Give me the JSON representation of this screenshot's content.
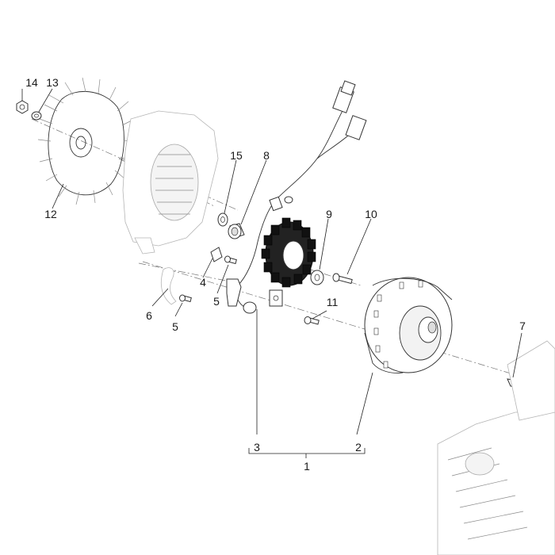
{
  "callouts": {
    "c14": "14",
    "c13": "13",
    "c12": "12",
    "c15": "15",
    "c8": "8",
    "c9": "9",
    "c10": "10",
    "c4": "4",
    "c5a": "5",
    "c5b": "5",
    "c6": "6",
    "c11": "11",
    "c7": "7",
    "c3": "3",
    "c2": "2",
    "c1": "1"
  }
}
